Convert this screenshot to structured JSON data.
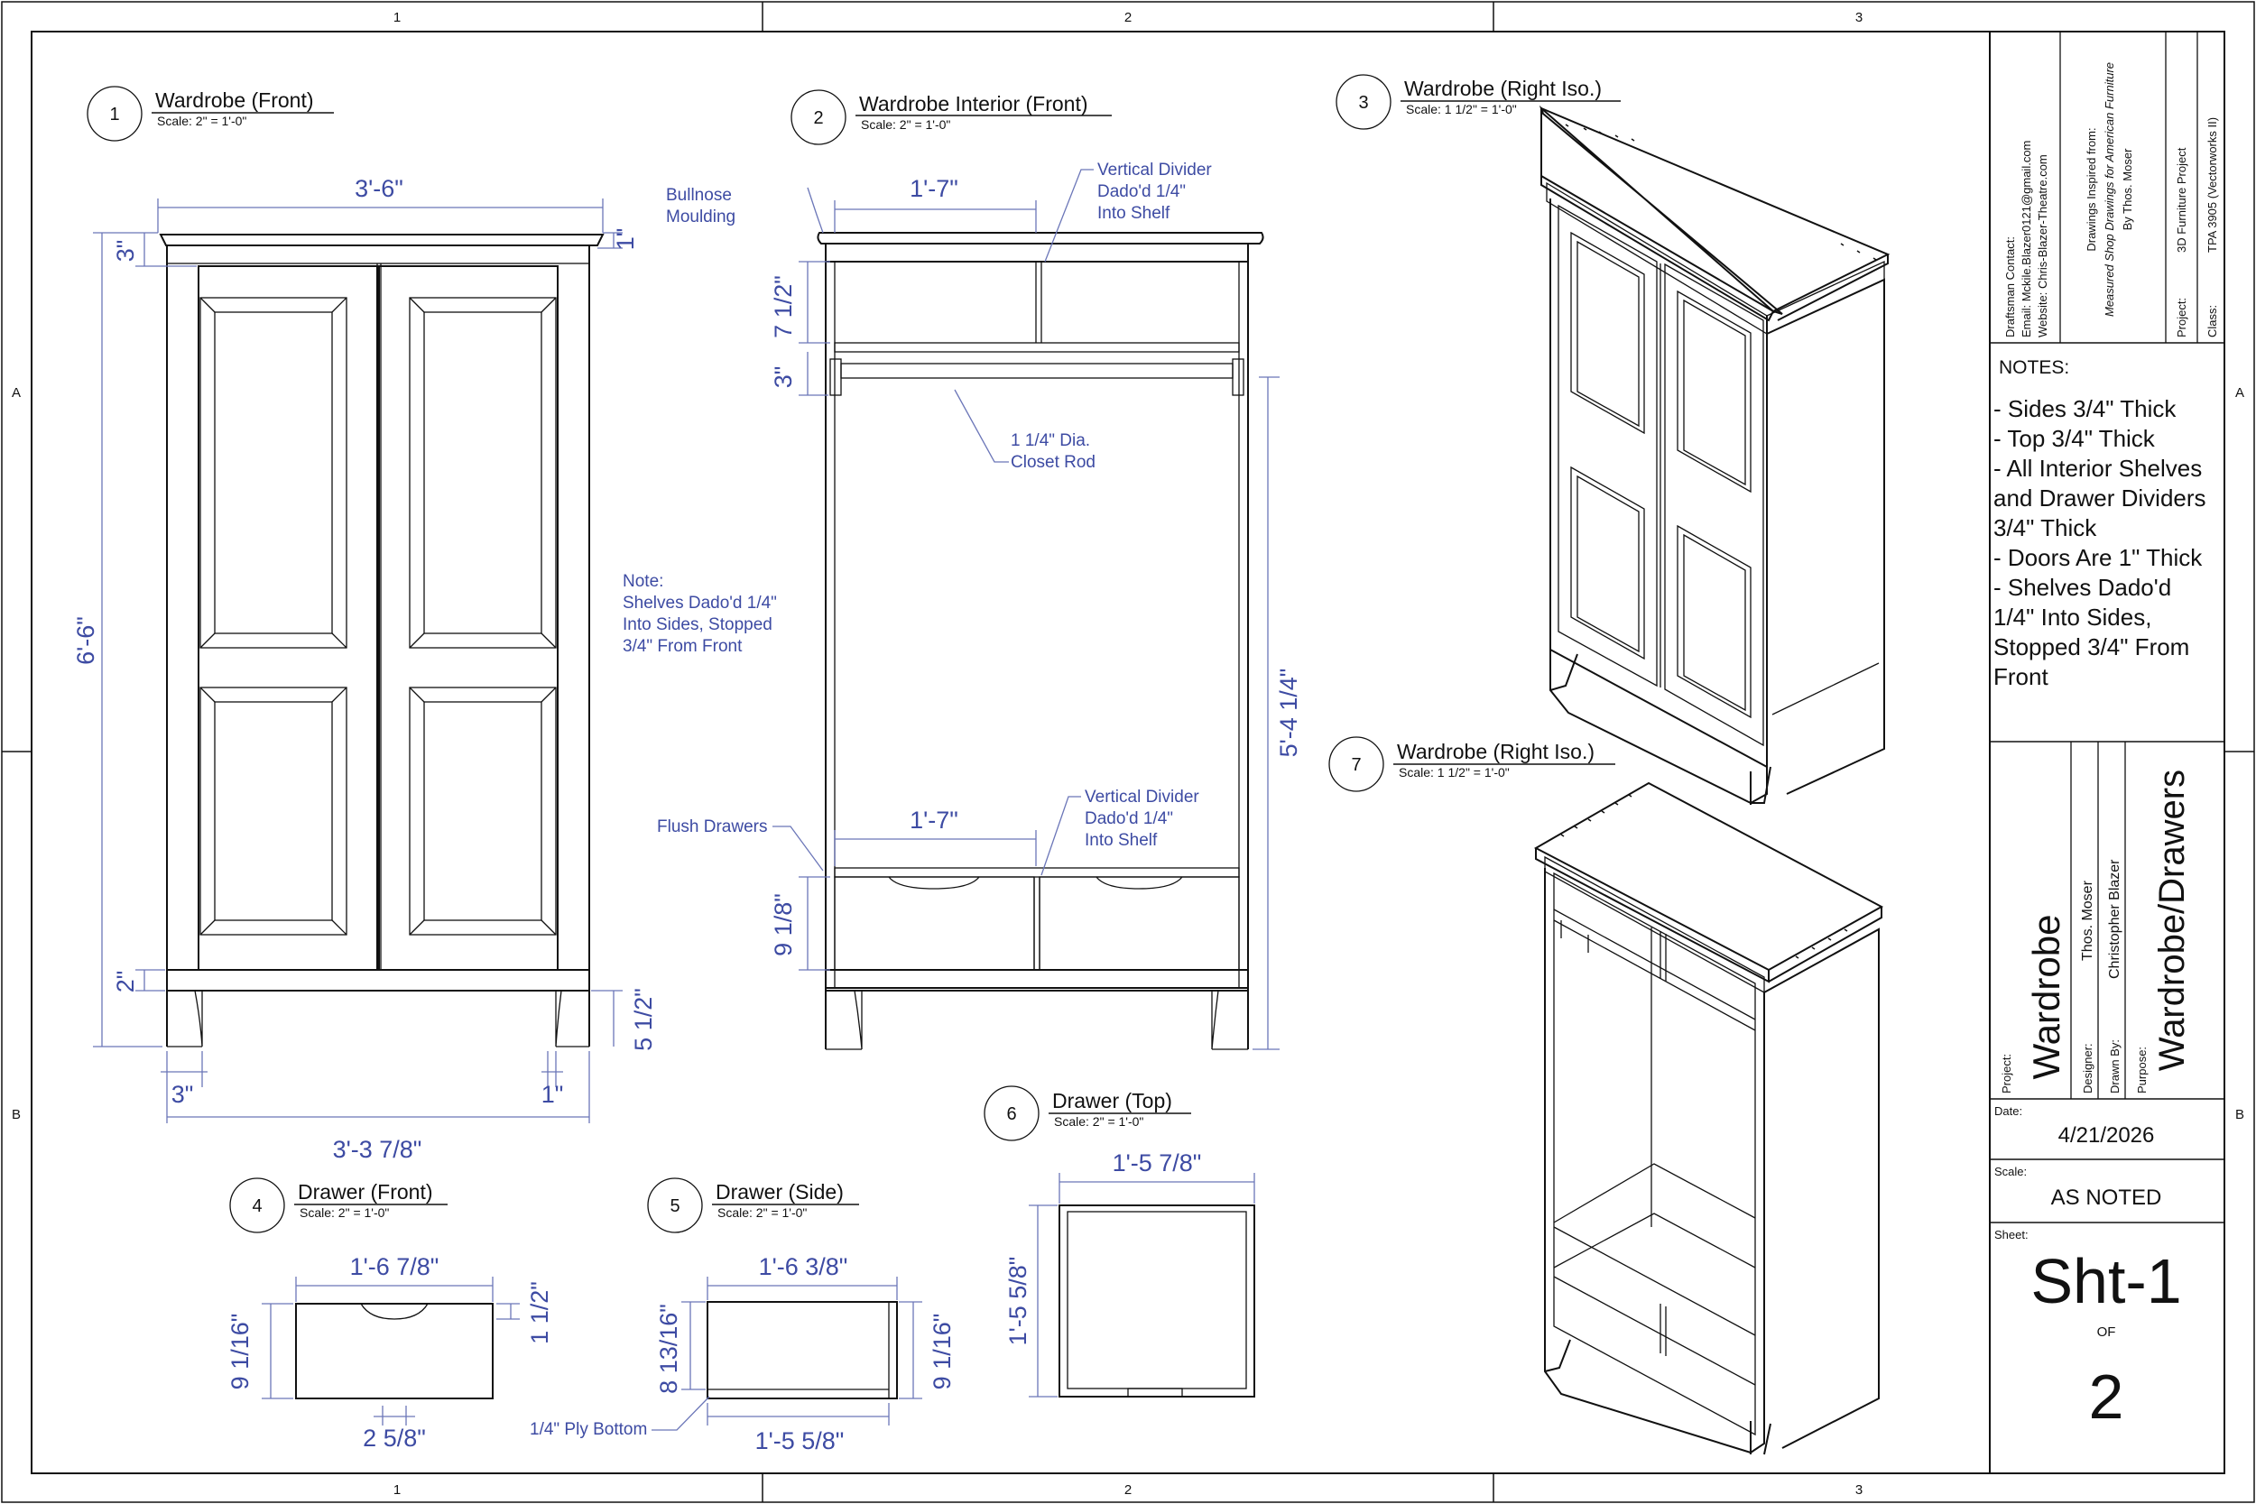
{
  "grid": {
    "columns": [
      "1",
      "2",
      "3"
    ],
    "rows": [
      "A",
      "B"
    ]
  },
  "views": {
    "v1": {
      "num": "1",
      "title": "Wardrobe (Front)",
      "scale": "Scale: 2\" = 1'-0\""
    },
    "v2": {
      "num": "2",
      "title": "Wardrobe Interior (Front)",
      "scale": "Scale: 2\" = 1'-0\""
    },
    "v3": {
      "num": "3",
      "title": "Wardrobe (Right Iso.)",
      "scale": "Scale: 1 1/2\" = 1'-0\""
    },
    "v4": {
      "num": "4",
      "title": "Drawer (Front)",
      "scale": "Scale: 2\" = 1'-0\""
    },
    "v5": {
      "num": "5",
      "title": "Drawer (Side)",
      "scale": "Scale: 2\" = 1'-0\""
    },
    "v6": {
      "num": "6",
      "title": "Drawer (Top)",
      "scale": "Scale: 2\" = 1'-0\""
    },
    "v7": {
      "num": "7",
      "title": "Wardrobe (Right Iso.)",
      "scale": "Scale: 1 1/2\" = 1'-0\""
    }
  },
  "dims": {
    "front_width": "3'-6\"",
    "front_height": "6'-6\"",
    "front_top": "3\"",
    "front_top_right": "1\"",
    "front_plinth": "2\"",
    "front_foot": "5 1/2\"",
    "front_leg_left": "3\"",
    "front_leg_right": "1\"",
    "front_base_width": "3'-3 7/8\"",
    "int_top_width": "1'-7\"",
    "int_upper": "7 1/2\"",
    "int_rod": "3\"",
    "int_height": "5'-4 1/4\"",
    "int_drawer_width": "1'-7\"",
    "int_drawer_h": "9 1/8\"",
    "d4_width": "1'-6 7/8\"",
    "d4_height": "9 1/16\"",
    "d4_right": "1 1/2\"",
    "d4_pull": "2 5/8\"",
    "d5_top": "1'-6 3/8\"",
    "d5_left": "8 13/16\"",
    "d5_right": "9 1/16\"",
    "d5_bottom": "1'-5 5/8\"",
    "d6_width": "1'-5 7/8\"",
    "d6_height": "1'-5 5/8\""
  },
  "notes_callouts": {
    "bullnose": [
      "Bullnose",
      "Moulding"
    ],
    "divider_top": [
      "Vertical Divider",
      "Dado'd 1/4\"",
      "Into Shelf"
    ],
    "closet_rod": [
      "1 1/4\" Dia.",
      "Closet Rod"
    ],
    "shelf_note": [
      "Note:",
      "Shelves Dado'd 1/4\"",
      "Into Sides, Stopped",
      "3/4\" From Front"
    ],
    "flush_drawers": "Flush Drawers",
    "divider_bottom": [
      "Vertical Divider",
      "Dado'd 1/4\"",
      "Into Shelf"
    ],
    "ply_bottom": "1/4\" Ply Bottom"
  },
  "title_block": {
    "contact": [
      "Draftsman Contact:",
      "Email: Mckile.Blazer0121@gmail.com",
      "Website: Chris-Blazer-Theatre.com"
    ],
    "inspired": [
      "Drawings Inspired from:",
      "Measured Shop Drawings for American Furniture",
      "By Thos. Moser"
    ],
    "project_label": "Project:",
    "project_value": "3D Furniture Project",
    "class_label": "Class:",
    "class_value": "TPA 3905 (Vectorworks II)",
    "notes_heading": "NOTES:",
    "notes": [
      "- Sides 3/4\" Thick",
      "- Top 3/4\" Thick",
      "- All Interior Shelves",
      "and Drawer Dividers",
      "3/4\" Thick",
      "- Doors Are 1\" Thick",
      "- Shelves Dado'd",
      "1/4\" Into Sides,",
      "Stopped 3/4\" From",
      "Front"
    ],
    "project2_label": "Project:",
    "project2_value": "Wardrobe",
    "designer_label": "Designer:",
    "designer_value": "Thos. Moser",
    "drawn_label": "Drawn By:",
    "drawn_value": "Christopher Blazer",
    "purpose_label": "Purpose:",
    "purpose_value": "Wardrobe/Drawers",
    "date_label": "Date:",
    "date_value": "4/21/2026",
    "scale_label": "Scale:",
    "scale_value": "AS NOTED",
    "sheet_label": "Sheet:",
    "sheet_value": "Sht-1",
    "of_label": "OF",
    "of_value": "2"
  }
}
